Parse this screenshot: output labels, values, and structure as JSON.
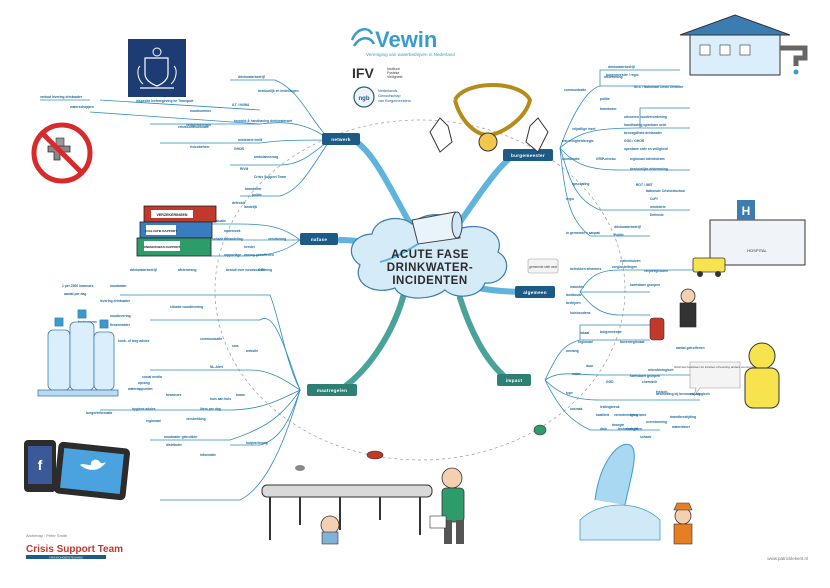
{
  "header": {
    "brand": "Vewin",
    "brand_sub": "Vereniging van waterbedrijven in Nederland",
    "ifv_short": "IFV",
    "ifv_lines": [
      "Instituut",
      "Fysieke",
      "Veiligheid"
    ],
    "ngb_short": "ngb",
    "ngb_lines": [
      "Nederlands",
      "Genootschap",
      "van Burgemeesters"
    ]
  },
  "center": {
    "lines": [
      "ACUTE FASE",
      "DRINKWATER-",
      "INCIDENTEN"
    ]
  },
  "branches": {
    "netwerk": "netwerk",
    "burgemeester": "burgemeester",
    "nafase": "nafase",
    "algemeen": "algemeen",
    "maatregelen": "maatregelen",
    "impact": "impact"
  },
  "footer": {
    "credit": "Archimap : Peter Smith",
    "org": "Crisis Support Team",
    "org_sub": "CRISISONDERSTEUNING",
    "site": "www.patricklekent.nl"
  },
  "pictures": {
    "report1": "VERZEKERINGEN",
    "report2": "EVALUATIE RAPPORT",
    "report3": "ONDERZOEKS RAPPORT",
    "hospital": "HOSPITAL",
    "h_sign": "H",
    "speech_gemeente": "gemeente stelt vast",
    "speech_gggd": "GGD kan beslissen tot inzetten of levering andere voorzorgen"
  },
  "labels": {
    "netwerk": [
      "drinkwaterbedrijf",
      "bestuurlijk en instellingen",
      "ILT / NVWA",
      "verbod levering drinkwater",
      "inspectie leefomgeving en Transport",
      "noodnummer",
      "toezicht & handhaving drinkwaterwet",
      "ministerie IenW",
      "veiligheidsregio",
      "GHOR",
      "ambulancezorg",
      "RIVM",
      "crisiscommunicatie",
      "Crisis Support Team",
      "brandweer",
      "politie",
      "risicobeheer",
      "defensie",
      "landelijk",
      "waterschappen"
    ],
    "burgemeester": [
      "drinkwaterbedrijf",
      "burgemeester / regio",
      "NCC / Nationaal Crisis Centrum",
      "communicatie",
      "afstemming",
      "politie",
      "brandweer",
      "uitvoeren noodverordening",
      "handhaving openbare orde",
      "bevoegdheid drinkwater",
      "GGD / GHOR",
      "vrijwillige inzet",
      "openbare orde en veiligheid",
      "wet veiligheidsregio",
      "regionaal beleidsteam",
      "bestuurlijke afstemming",
      "coordinatie",
      "GRIP-niveau",
      "opschaling",
      "ROT / GBT",
      "Nationale Crisisstructuur",
      "CoPI",
      "ministerie",
      "Defensie",
      "regio",
      "in gemeente's aanpak",
      "drinkwaterbedrijf",
      "Politie"
    ],
    "nafase": [
      "evaluatie",
      "onderzoek",
      "schade afhandeling",
      "verzekering",
      "herstel",
      "nazorg getroffenen",
      "rapportage"
    ],
    "algemeen": [
      "betrokken afnemers",
      "zorginstellingen",
      "ziekenhuizen",
      "kwetsbare groepen",
      "industrie",
      "landbouw",
      "bedrijven",
      "huishoudens",
      "verpleeghuizen"
    ],
    "maatregelen": [
      "drinkwaterbedrijf",
      "afstemming",
      "besluit over noodvoorziening",
      "GGD",
      "1 per 2500 inwoners",
      "noodwater",
      "aantal per dag",
      "levering drinkwater",
      "situatie noodlevering",
      "noodlevering",
      "flessenwater",
      "tankwagens",
      "kook- of leeg advies",
      "communicatie",
      "sms",
      "website",
      "NL-Alert",
      "social media",
      "opvang",
      "watertappunten",
      "kraan",
      "bewoners",
      "huis aan huis",
      "liters per dag",
      "hygiene advies",
      "burgerinformatie",
      "regionaal",
      "verstrekking",
      "noodwater gebruiken",
      "distributie",
      "hulpverlening",
      "informatie"
    ],
    "impact": [
      "lokaal",
      "burgemeester",
      "regionaal",
      "bovenregionaal",
      "aantal getroffenen",
      "omvang",
      "duur",
      "kwetsbare groepen",
      "GGD",
      "microbiologisch",
      "chemisch",
      "fysisch",
      "radiologisch",
      "water",
      "type",
      "leidingbreuk",
      "verontreiniging",
      "terrorisme",
      "overstroming",
      "energie",
      "droogte",
      "technisch falen",
      "besmetting bij bevoorrading",
      "brandbestrijding",
      "oorzaak",
      "kwaliteit",
      "druk",
      "watertekort",
      "schade"
    ]
  }
}
